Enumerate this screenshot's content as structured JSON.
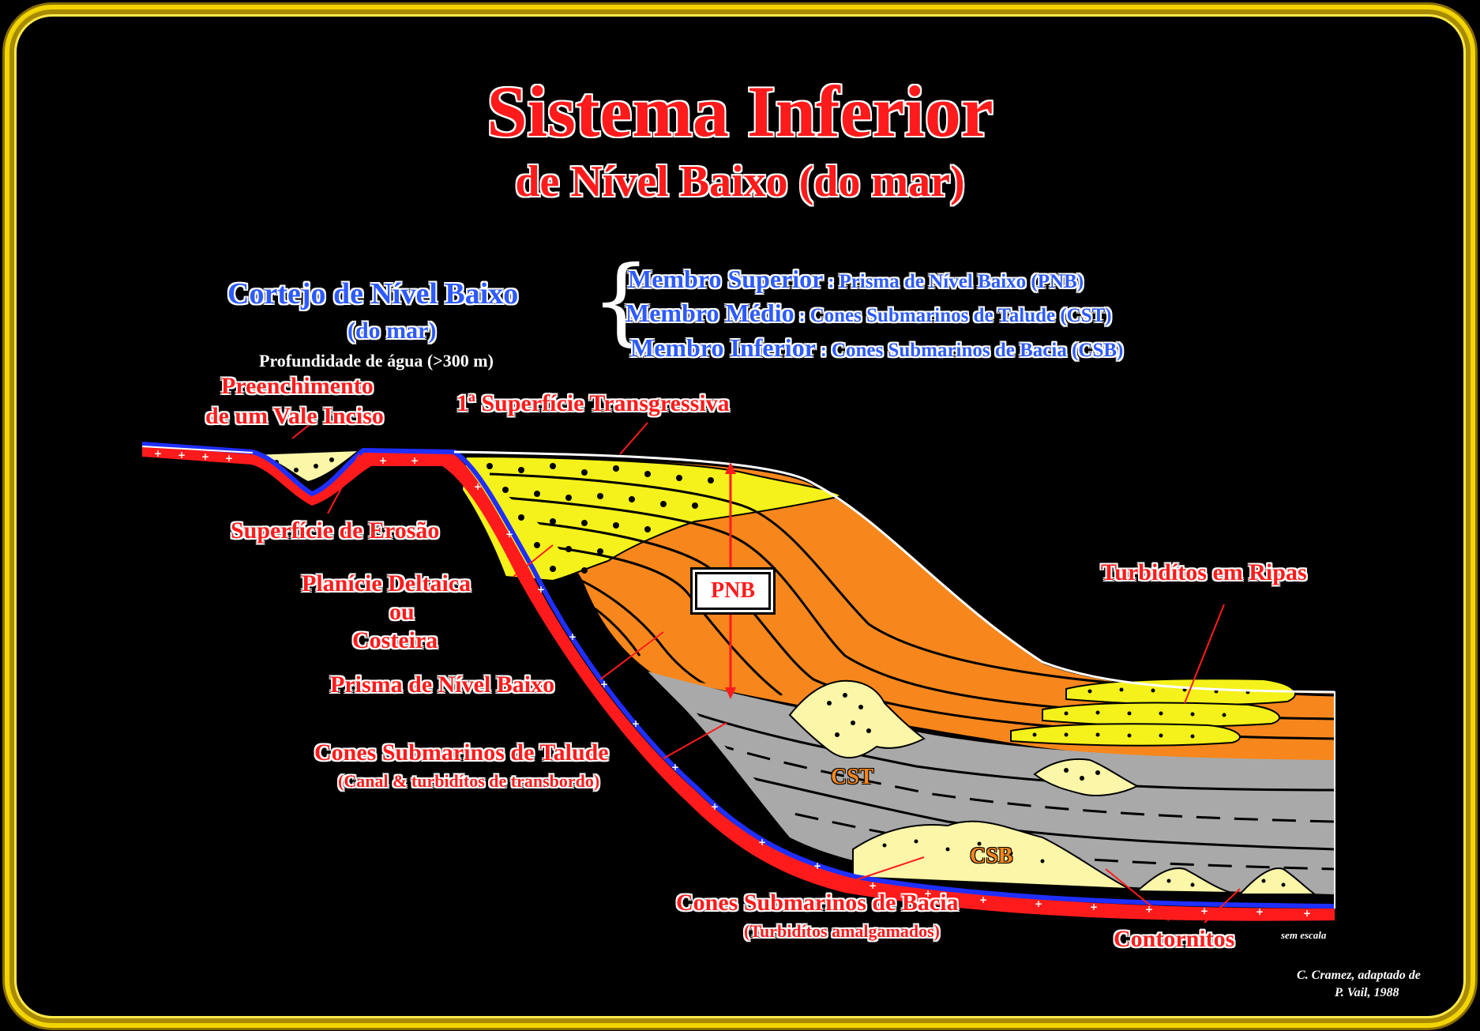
{
  "title": {
    "line1": "Sistema Inferior",
    "line2": "de Nível Baixo (do mar)"
  },
  "cortejo": {
    "line1": "Cortejo de Nível Baixo",
    "line2": "(do mar)",
    "depth": "Profundidade de água (>300 m)"
  },
  "members": [
    {
      "name": "Membro Superior",
      "sep": " : ",
      "desc": "Prisma de Nível Baixo  (PNB)"
    },
    {
      "name": "Membro Médio",
      "sep": " : ",
      "desc": "Cones Submarinos de Talude (CST)"
    },
    {
      "name": "Membro Inferior",
      "sep": " : ",
      "desc": "Cones Submarinos de Bacia (CSB)"
    }
  ],
  "labels": {
    "vale_1": "Preenchimento",
    "vale_2": "de um Vale Inciso",
    "superficie_transgressiva": "1ª Superfície  Transgressiva",
    "superficie_erosao": "Superfície de Erosão",
    "planicie_1": "Planície Deltaica",
    "planicie_2": "ou",
    "planicie_3": "Costeira",
    "prisma": "Prisma de Nível Baixo",
    "cones_talude": "Cones Submarinos de Talude",
    "cones_talude_sub": "(Canal & turbidítos de transbordo)",
    "turbiditos_ripas": "Turbidítos em Ripas",
    "cones_bacia": "Cones Submarinos de Bacia",
    "cones_bacia_sub": "(Turbidítos amalgamados)",
    "contornitos": "Contornitos",
    "pnb": "PNB",
    "cst": "CST",
    "csb": "CSB",
    "sem_escala": "sem escala",
    "credit_1": "C. Cramez, adaptado de",
    "credit_2": "P. Vail, 1988"
  },
  "colors": {
    "orange": "#f7871d",
    "yellow": "#f4f21a",
    "pale_yellow": "#fbf6a8",
    "gray": "#a9a9a9",
    "red": "#ff1b1b",
    "blue": "#1f2fff",
    "frame": "#f2d400"
  }
}
